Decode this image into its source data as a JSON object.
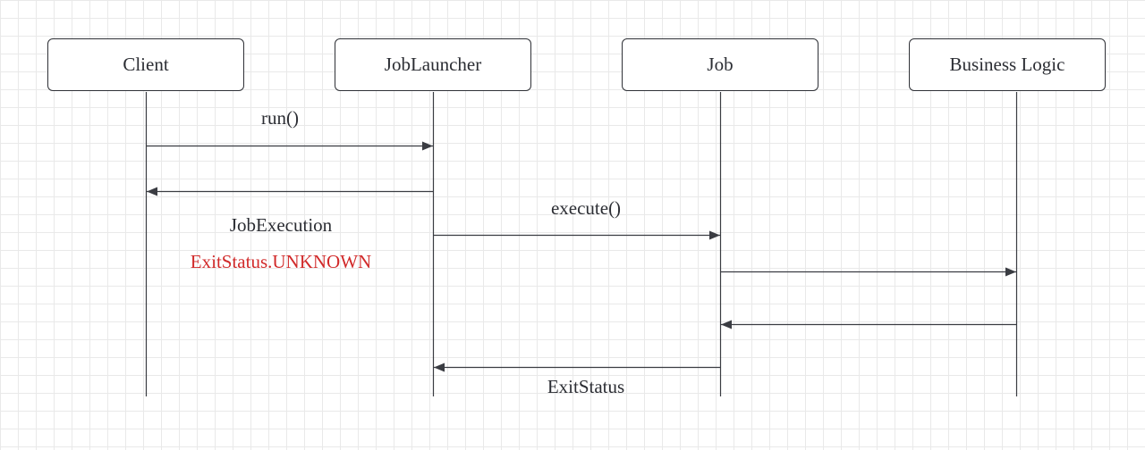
{
  "diagram": {
    "participants": [
      {
        "id": "client",
        "label": "Client"
      },
      {
        "id": "launcher",
        "label": "JobLauncher"
      },
      {
        "id": "job",
        "label": "Job"
      },
      {
        "id": "logic",
        "label": "Business Logic"
      }
    ],
    "messages": [
      {
        "id": "run",
        "from": "client",
        "to": "launcher",
        "label": "run()"
      },
      {
        "id": "return-execution",
        "from": "launcher",
        "to": "client",
        "label": "JobExecution",
        "sublabel": "ExitStatus.UNKNOWN"
      },
      {
        "id": "execute",
        "from": "launcher",
        "to": "job",
        "label": "execute()"
      },
      {
        "id": "call-logic",
        "from": "job",
        "to": "logic",
        "label": ""
      },
      {
        "id": "logic-return",
        "from": "logic",
        "to": "job",
        "label": ""
      },
      {
        "id": "exit-status",
        "from": "job",
        "to": "launcher",
        "label": "ExitStatus"
      }
    ],
    "colors": {
      "line": "#3a3c42",
      "text": "#2b2d33",
      "highlight": "#d12a2a",
      "grid": "#e9e9e9"
    }
  }
}
